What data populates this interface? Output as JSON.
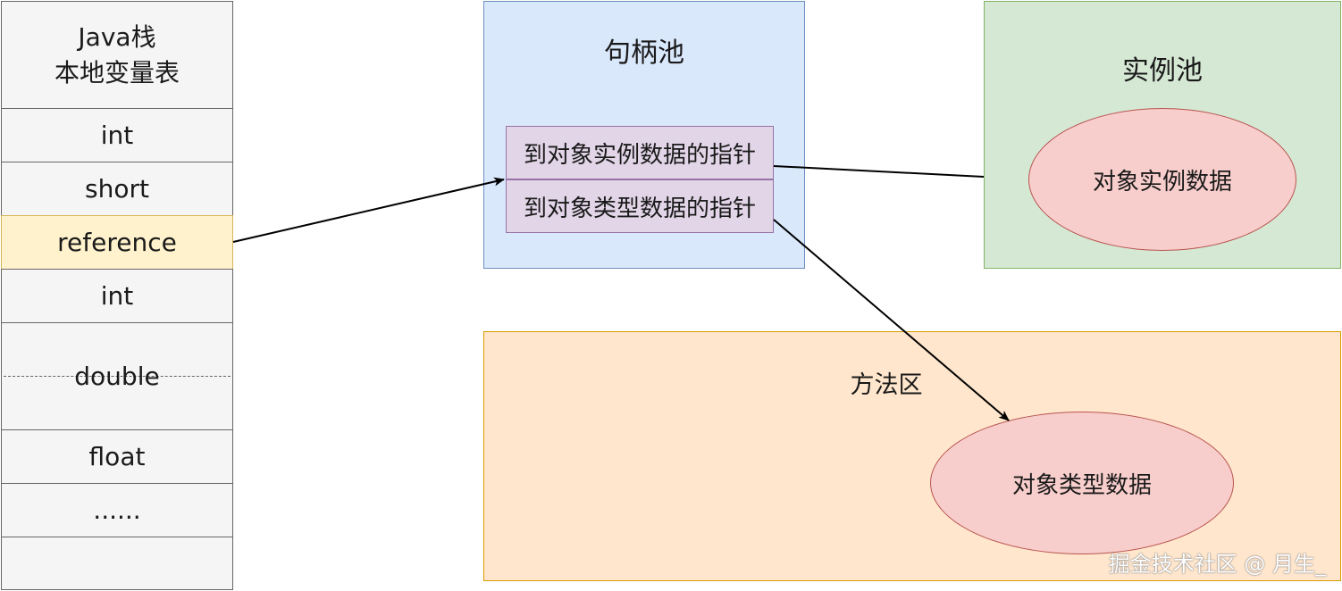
{
  "stack": {
    "title_line1": "Java栈",
    "title_line2": "本地变量表",
    "cells": [
      "int",
      "short",
      "reference",
      "int",
      "double",
      "float",
      "......",
      ""
    ]
  },
  "handle_pool": {
    "title": "句柄池",
    "pointer_instance": "到对象实例数据的指针",
    "pointer_type": "到对象类型数据的指针"
  },
  "instance_pool": {
    "title": "实例池",
    "object_instance_data": "对象实例数据"
  },
  "method_area": {
    "title": "方法区",
    "object_type_data": "对象类型数据"
  },
  "watermark": "掘金技术社区 @ 月生_"
}
